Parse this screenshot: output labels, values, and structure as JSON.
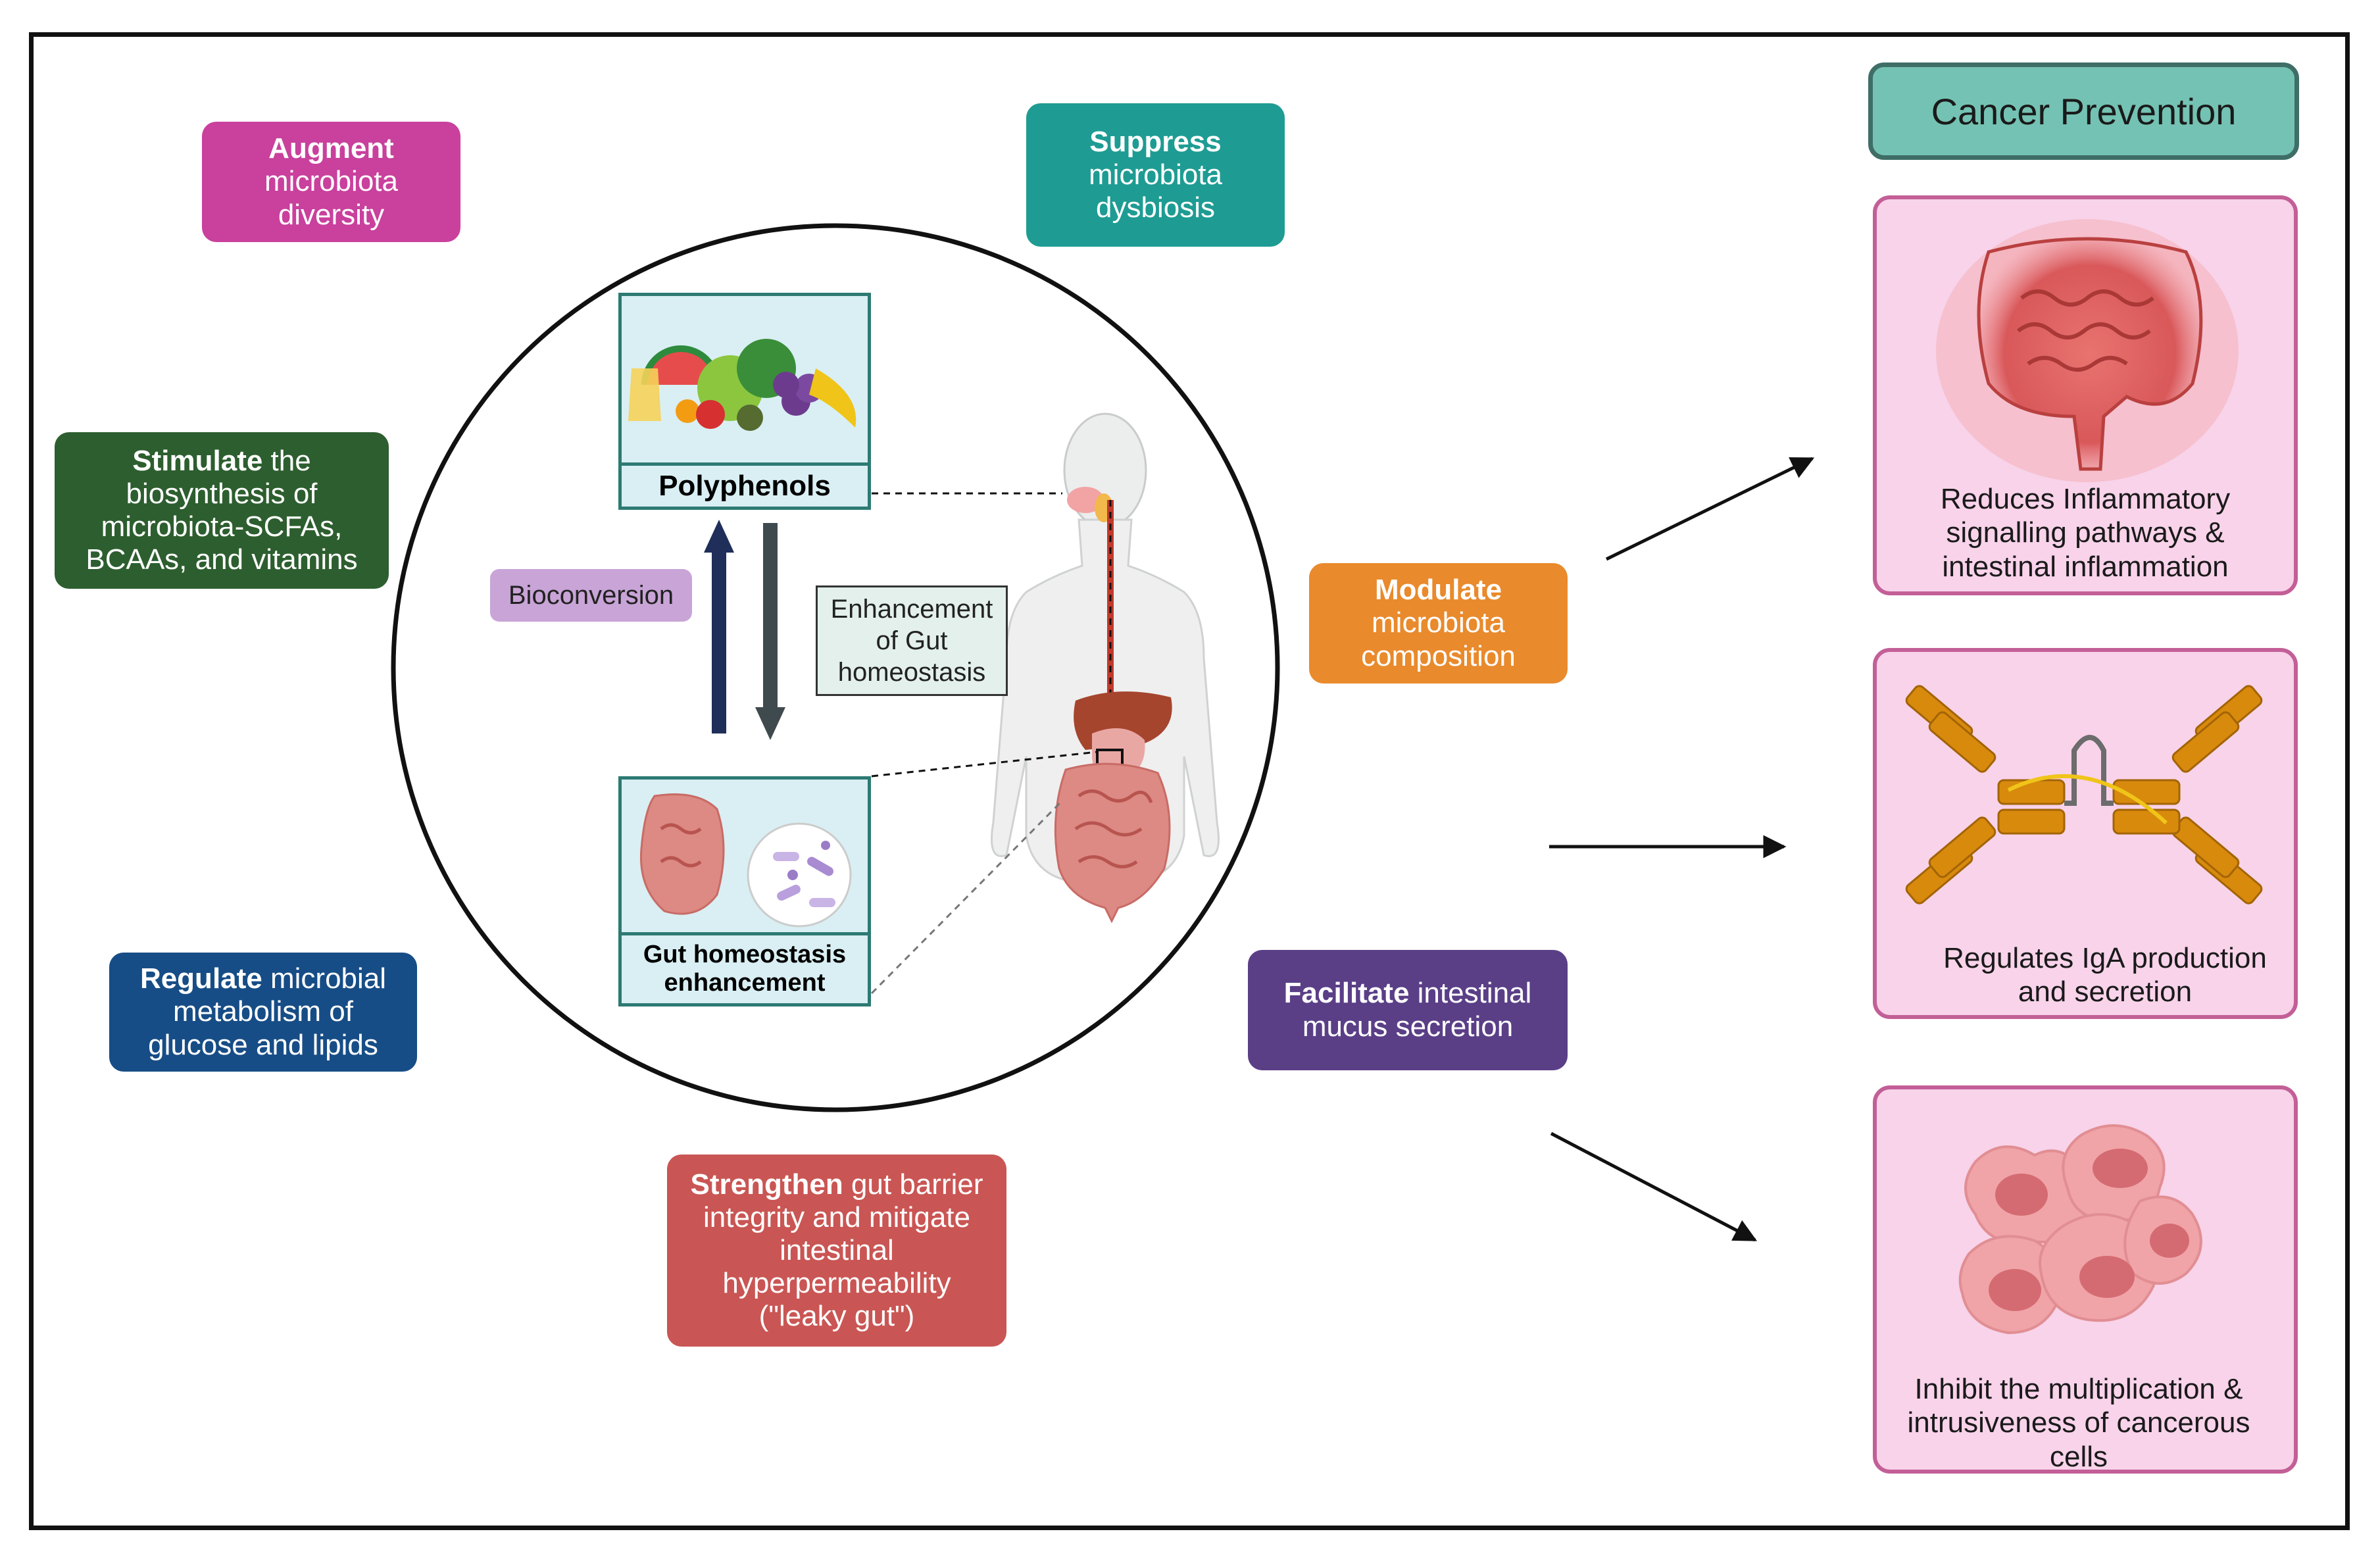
{
  "center": {
    "polyphenols_label": "Polyphenols",
    "gut_label_line1": "Gut homeostasis",
    "gut_label_line2": "enhancement",
    "bioconversion_label": "Bioconversion",
    "enhancement_lines": [
      "Enhancement",
      "of Gut",
      "homeostasis"
    ]
  },
  "effects": [
    {
      "bold": "Augment",
      "lines": [
        "microbiota",
        "diversity"
      ],
      "color": "#c9409d"
    },
    {
      "bold": "Suppress",
      "lines": [
        "microbiota",
        "dysbiosis"
      ],
      "color": "#1e9c93"
    },
    {
      "bold": "Stimulate",
      "rest": " the",
      "lines": [
        "biosynthesis of",
        "microbiota-SCFAs,",
        "BCAAs, and vitamins"
      ],
      "color": "#2d5e2f"
    },
    {
      "bold": "Modulate",
      "lines": [
        "microbiota",
        "composition"
      ],
      "color": "#e98a2c"
    },
    {
      "bold": "Regulate",
      "rest": " microbial",
      "lines": [
        "metabolism of",
        "glucose and lipids"
      ],
      "color": "#174d86"
    },
    {
      "bold": "Facilitate",
      "rest": " intestinal",
      "lines": [
        "mucus secretion"
      ],
      "color": "#5a3f87"
    },
    {
      "bold": "Strengthen",
      "rest": " gut barrier",
      "lines": [
        "integrity and mitigate",
        "intestinal",
        "hyperpermeability",
        "(\"leaky gut\")"
      ],
      "color": "#c95654"
    }
  ],
  "cancer_prevention": {
    "title": "Cancer Prevention",
    "title_bg": "#74c2b3",
    "panels": [
      {
        "lines": [
          "Reduces Inflammatory",
          "signalling pathways &",
          "intestinal inflammation"
        ],
        "icon": "colon-icon"
      },
      {
        "lines": [
          "Regulates IgA production",
          "and secretion"
        ],
        "icon": "iga-antibody-icon"
      },
      {
        "lines": [
          "Inhibit the multiplication &",
          "intrusiveness of cancerous",
          "cells"
        ],
        "icon": "cancer-cells-icon"
      }
    ]
  }
}
